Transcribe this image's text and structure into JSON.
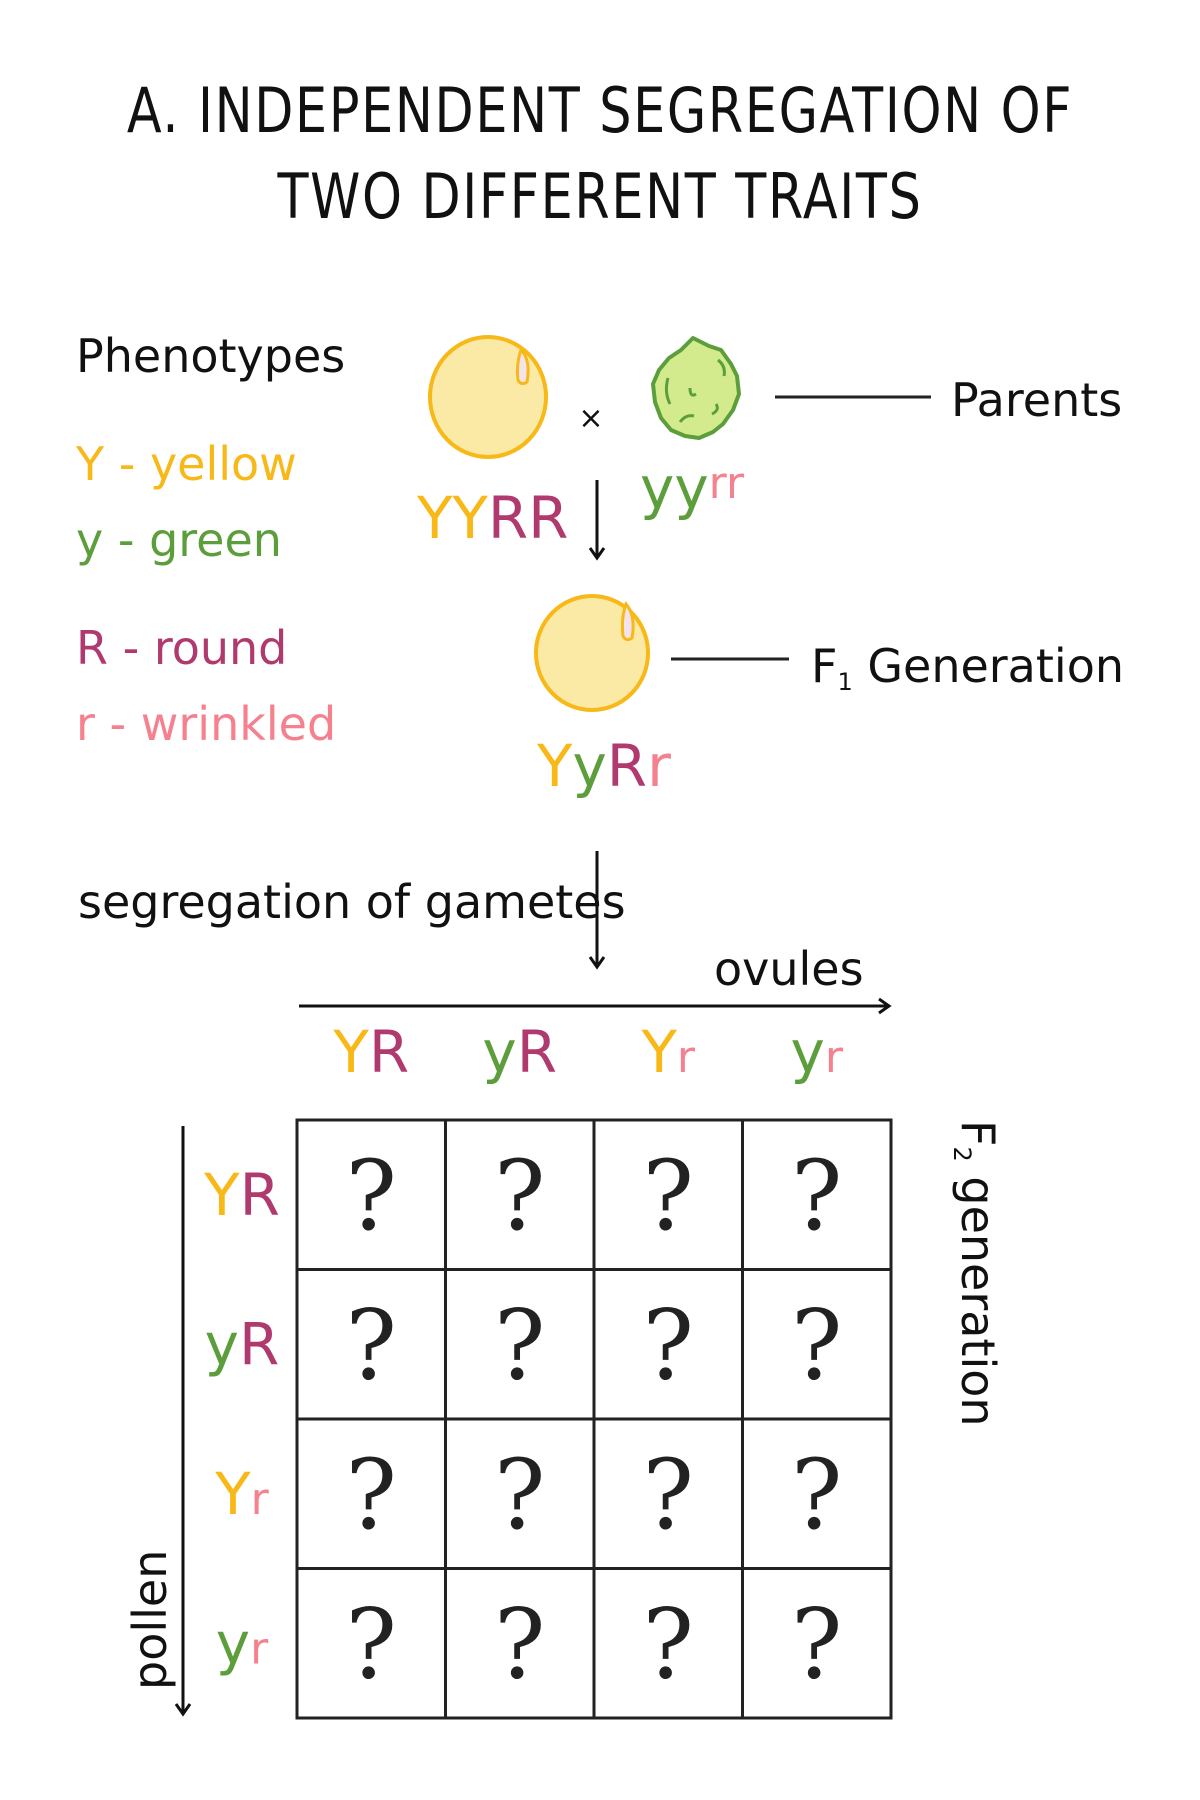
{
  "title": {
    "line1": "A.  INDEPENDENT SEGREGATION OF",
    "line2": "TWO DIFFERENT TRAITS"
  },
  "colors": {
    "yellow": "#f7b818",
    "green": "#5c9e3b",
    "magenta": "#b03a6e",
    "pink": "#f5818f",
    "seed_yellow_fill": "#fbe9a6",
    "seed_green_fill": "#d3eb8c"
  },
  "phenotypes": {
    "heading": "Phenotypes",
    "items": [
      {
        "allele": "Y",
        "sep": " - ",
        "trait": "yellow"
      },
      {
        "allele": "y",
        "sep": " - ",
        "trait": "green"
      },
      {
        "allele": "R",
        "sep": " - ",
        "trait": "round"
      },
      {
        "allele": "r",
        "sep": " - ",
        "trait": "wrinkled"
      }
    ]
  },
  "parents": {
    "label": "Parents",
    "cross_symbol": "×",
    "p1": {
      "a": "YY",
      "b": "RR"
    },
    "p2": {
      "a": "yy",
      "b": "rr"
    }
  },
  "f1": {
    "label_F": "F",
    "label_sub": "1",
    "label_rest": " Generation",
    "genotype": {
      "a1": "Y",
      "a2": "y",
      "b1": "R",
      "b2": "r"
    }
  },
  "segregation_label": "segregation of gametes",
  "ovules_label": "ovules",
  "pollen_label": "pollen",
  "f2": {
    "label_F": "F",
    "label_sub": "2",
    "label_rest": " generation"
  },
  "gametes": [
    {
      "a": "Y",
      "b": "R"
    },
    {
      "a": "y",
      "b": "R"
    },
    {
      "a": "Y",
      "b": "r"
    },
    {
      "a": "y",
      "b": "r"
    }
  ],
  "grid_cell": "?"
}
